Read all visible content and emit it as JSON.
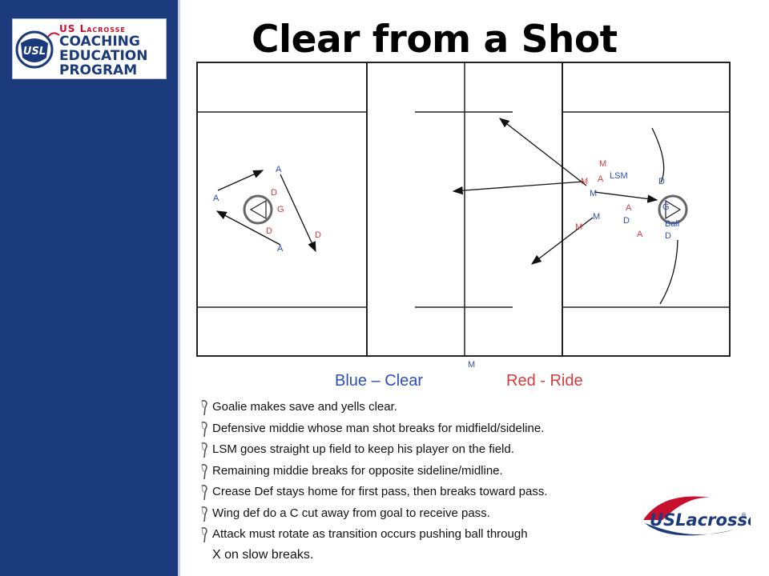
{
  "sidebar": {
    "logo": {
      "line1": "US Lacrosse",
      "line2": "COACHING",
      "line3": "EDUCATION",
      "line4": "PROGRAM",
      "badge": "USL"
    }
  },
  "slide": {
    "title": "Clear from a Shot"
  },
  "field": {
    "left_labels": [
      {
        "text": "A",
        "team": "blue"
      },
      {
        "text": "A",
        "team": "blue"
      },
      {
        "text": "A",
        "team": "blue"
      },
      {
        "text": "D",
        "team": "red"
      },
      {
        "text": "G",
        "team": "red"
      },
      {
        "text": "D",
        "team": "red"
      },
      {
        "text": "D",
        "team": "red"
      }
    ],
    "right_labels": [
      {
        "text": "M",
        "team": "red"
      },
      {
        "text": "A",
        "team": "red"
      },
      {
        "text": "LSM",
        "team": "blue"
      },
      {
        "text": "M",
        "team": "red"
      },
      {
        "text": "M",
        "team": "blue"
      },
      {
        "text": "D",
        "team": "blue"
      },
      {
        "text": "A",
        "team": "red"
      },
      {
        "text": "G",
        "team": "blue"
      },
      {
        "text": "M",
        "team": "blue"
      },
      {
        "text": "D",
        "team": "blue"
      },
      {
        "text": "Ball",
        "team": "blue"
      },
      {
        "text": "M",
        "team": "red"
      },
      {
        "text": "A",
        "team": "red"
      },
      {
        "text": "D",
        "team": "blue"
      },
      {
        "text": "M",
        "team": "blue"
      }
    ],
    "colors": {
      "blue": "#2e4fbd",
      "red": "#d83b3b",
      "line": "#222222"
    }
  },
  "legend": {
    "blue": "Blue – Clear",
    "red": "Red - Ride"
  },
  "bullets": [
    "Goalie makes save and yells clear.",
    "Defensive middie whose man shot breaks for midfield/sideline.",
    "LSM goes straight up field to keep his player on the field.",
    "Remaining middie breaks for opposite sideline/midline.",
    "Crease Def stays home for first pass, then breaks toward pass.",
    "Wing def do a C cut away from goal to receive pass.",
    "Attack must rotate as transition occurs pushing ball through"
  ],
  "bullet_continuation": "X on slow breaks.",
  "brand": {
    "text": "USLacrosse",
    "registered": "®"
  }
}
